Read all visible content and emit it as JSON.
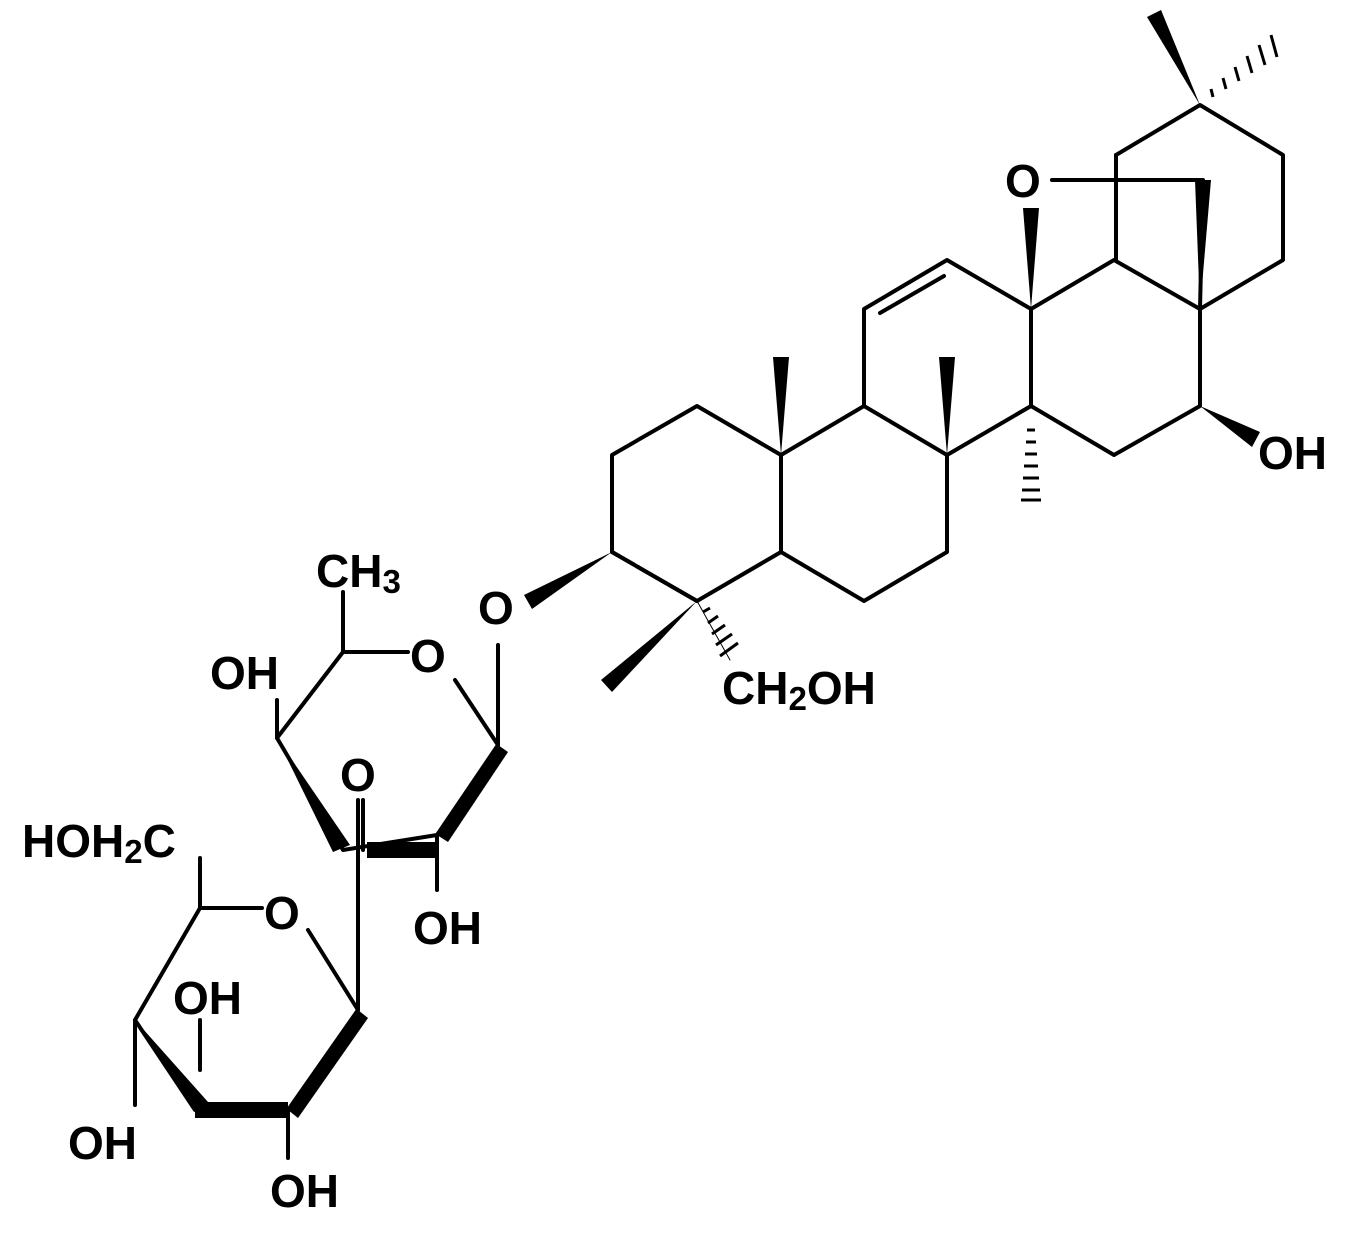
{
  "colors": {
    "bond": "#000000",
    "background": "#ffffff"
  },
  "labels": {
    "ring_oxygen_bridge": "O",
    "hydroxyl_c16": "OH",
    "glycosidic_oxygen": "O",
    "ch3_text": "CH",
    "ch3_sub": "3",
    "ch2oh_ch": "CH",
    "ch2oh_sub": "2",
    "ch2oh_oh": "OH",
    "fucose_ring_oxygen": "O",
    "fucose_oh_c4": "OH",
    "fucose_o_c3": "O",
    "fucose_oh_c2": "OH",
    "hoh2c_hoh": "HOH",
    "hoh2c_sub": "2",
    "hoh2c_c": "C",
    "glucose_ring_oxygen": "O",
    "glucose_oh_c3": "OH",
    "glucose_oh_c4": "OH",
    "glucose_oh_c2": "OH"
  }
}
